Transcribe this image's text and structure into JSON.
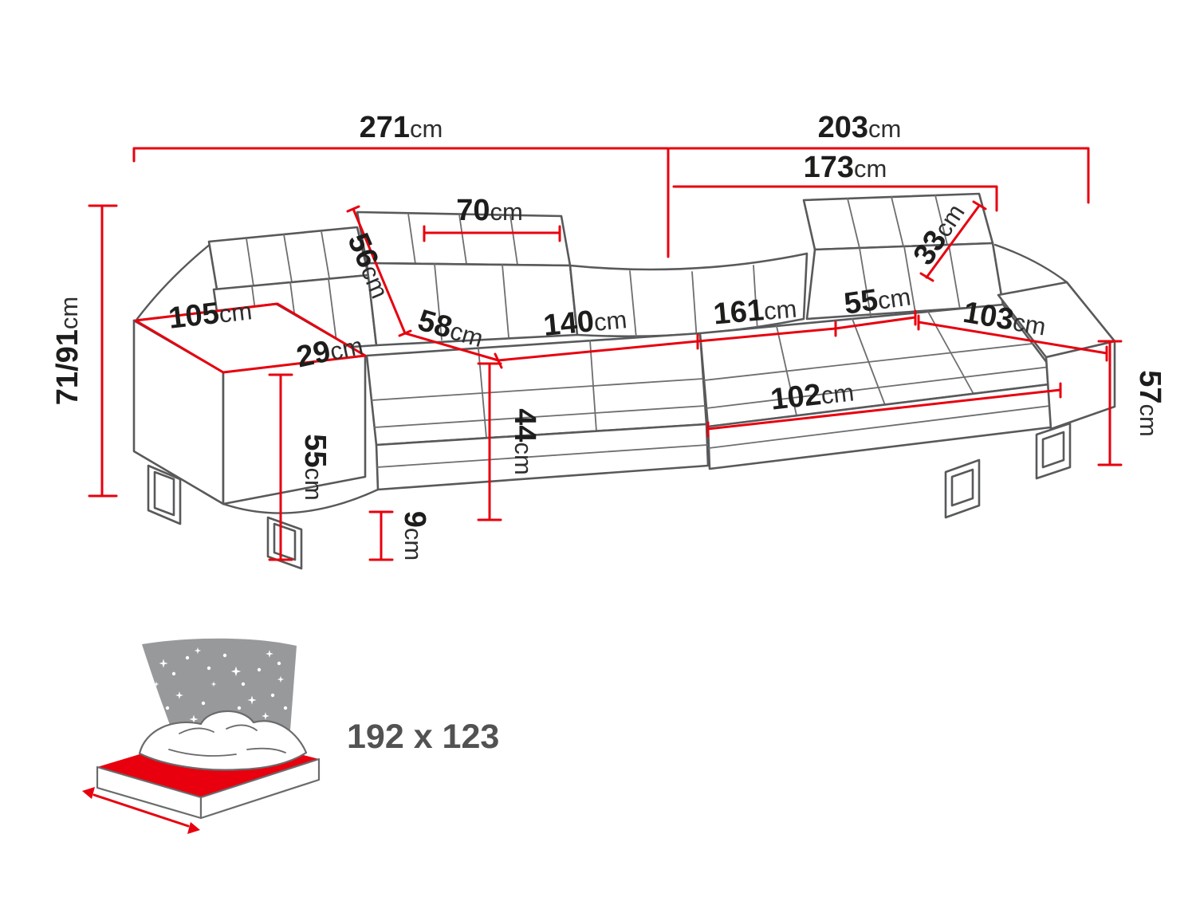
{
  "diagram_title": "corner-sofa-dimension-diagram",
  "unit": "cm",
  "colors": {
    "dimension_red": "#e8000e",
    "outline_gray": "#58595b",
    "label_black": "#1d1d1b"
  },
  "dims": {
    "total_left": "271",
    "total_right": "203",
    "inner_right": "173",
    "headrest_center_width": "70",
    "backrest_slope_height": "56",
    "headrest_right_height": "33",
    "overall_height": "71/91",
    "armrest_length": "105",
    "armrest_width": "29",
    "seat_depth_left": "58",
    "seat_width_left": "140",
    "seat_width_corner": "161",
    "seat_segment_right": "55",
    "chaise_length": "103",
    "side_height_right": "57",
    "armrest_height": "55",
    "seat_height": "44",
    "leg_height": "9",
    "chaise_front_width": "102"
  },
  "bed": {
    "sleeping_area": "192 x 123"
  }
}
